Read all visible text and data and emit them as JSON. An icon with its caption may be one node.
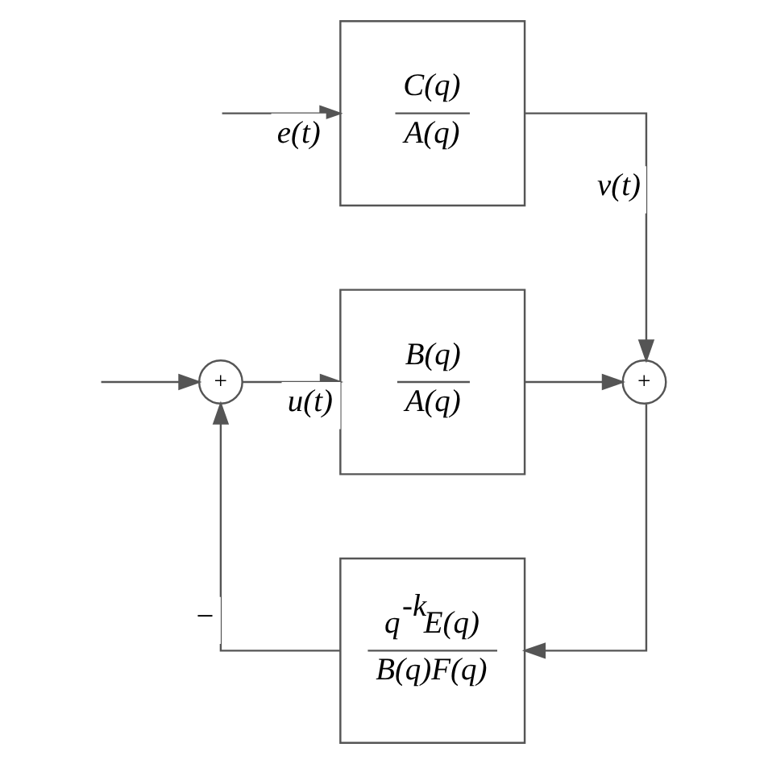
{
  "diagram": {
    "nodes": [
      {
        "text": [
          "+"
        ]
      },
      {
        "text": [
          "B(q)",
          "A(q)"
        ]
      },
      {
        "text": [
          "C(q)",
          "A(q)"
        ]
      },
      {
        "text": [
          "+"
        ]
      },
      {
        "text": [
          "q$^{-k}$E(q)",
          "B(q)F(q)"
        ]
      }
    ],
    "edges": [
      {
        "from": null,
        "to": 0,
        "arrow": "to"
      },
      {
        "from": 0,
        "to": 1,
        "arrow": "to",
        "label": "u(t)"
      },
      {
        "from": 1,
        "to": 3,
        "arrow": "to"
      },
      {
        "from": null,
        "to": 2,
        "arrow": "to",
        "label": "e(t)"
      },
      {
        "from": 2,
        "to": 3,
        "arrow": "to",
        "label": "v(t)"
      },
      {
        "from": 3,
        "to": 4,
        "arrow": "to"
      },
      {
        "from": 4,
        "to": 0,
        "arrow": "to",
        "label": "−"
      }
    ]
  }
}
